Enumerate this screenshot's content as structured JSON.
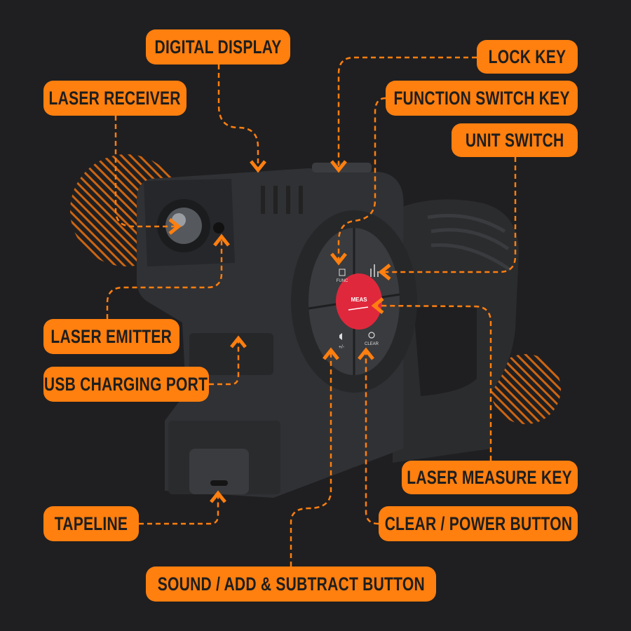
{
  "colors": {
    "background": "#1f1f21",
    "accent": "#ff7f0f",
    "label_text": "#1e1e1e",
    "device": "#2e2f31",
    "meas_button": "#e0283c"
  },
  "labels": {
    "digital_display": "DIGITAL DISPLAY",
    "laser_receiver": "LASER RECEIVER",
    "lock_key": "LOCK KEY",
    "function_switch_key": "FUNCTION SWITCH KEY",
    "unit_switch": "UNIT SWITCH",
    "laser_emitter": "LASER EMITTER",
    "usb_charging_port": "USB CHARGING PORT",
    "laser_measure_key": "LASER MEASURE KEY",
    "tapeline": "TAPELINE",
    "clear_power_button": "CLEAR / POWER BUTTON",
    "sound_button": "SOUND / ADD & SUBTRACT BUTTON"
  },
  "device_buttons": {
    "meas": "MEAS",
    "func": "FUNC",
    "clear": "CLEAR",
    "plus_minus": "+/-"
  }
}
